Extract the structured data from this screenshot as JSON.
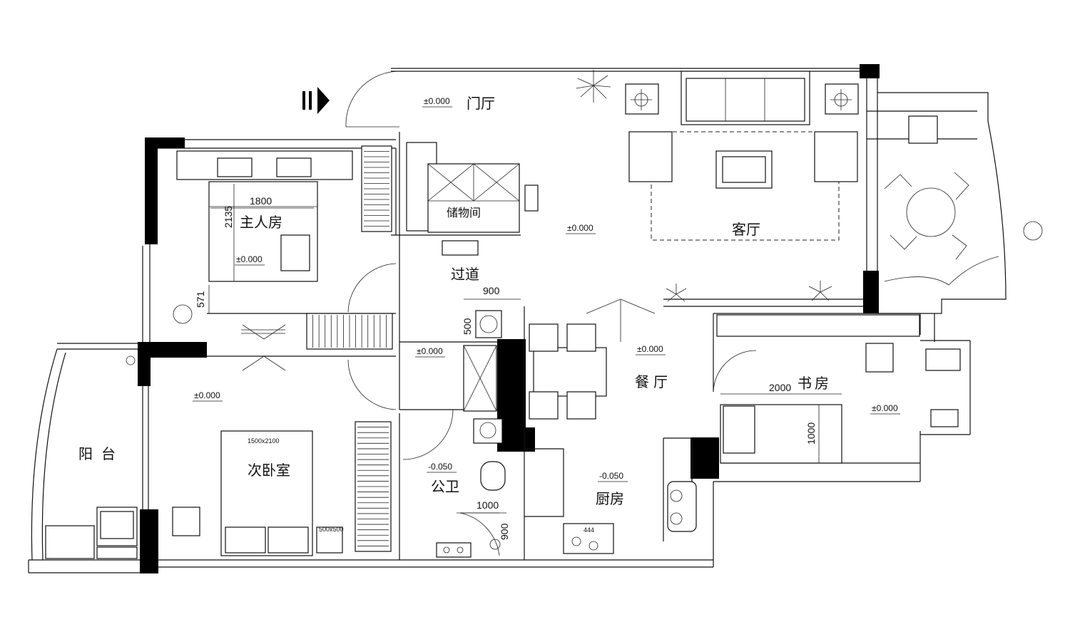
{
  "rooms": {
    "entrance_hall": "门厅",
    "living_room": "客厅",
    "master_bedroom": "主人房",
    "storage": "储物间",
    "corridor": "过道",
    "dining_room": "餐厅",
    "study": "书房",
    "second_bedroom": "次卧室",
    "balcony": "阳台",
    "public_bathroom": "公卫",
    "kitchen": "厨房"
  },
  "elevations": {
    "entrance_hall": "±0.000",
    "living_room": "±0.000",
    "master_bedroom": "±0.000",
    "corridor": "±0.000",
    "dining_room": "±0.000",
    "study": "±0.000",
    "second_bedroom": "±0.000",
    "bathroom": "-0.050",
    "kitchen": "-0.050"
  },
  "dimensions": {
    "master_bed_width": "1800",
    "master_bed_length": "2135",
    "master_room_gap": "571",
    "corridor_width": "900",
    "basin_depth": "500",
    "study_width": "2000",
    "study_bed": "1000",
    "bath_width": "1000",
    "bath_depth": "900",
    "second_bed_size": "1500x2100",
    "nightstand_size": "500x500",
    "stove_label": "444"
  },
  "icons": {
    "entrance": "entrance-arrow-icon",
    "plant": "plant-icon",
    "lamp": "lamp-icon"
  },
  "colors": {
    "wall": "#000000",
    "line": "#111111",
    "paper": "#ffffff"
  }
}
